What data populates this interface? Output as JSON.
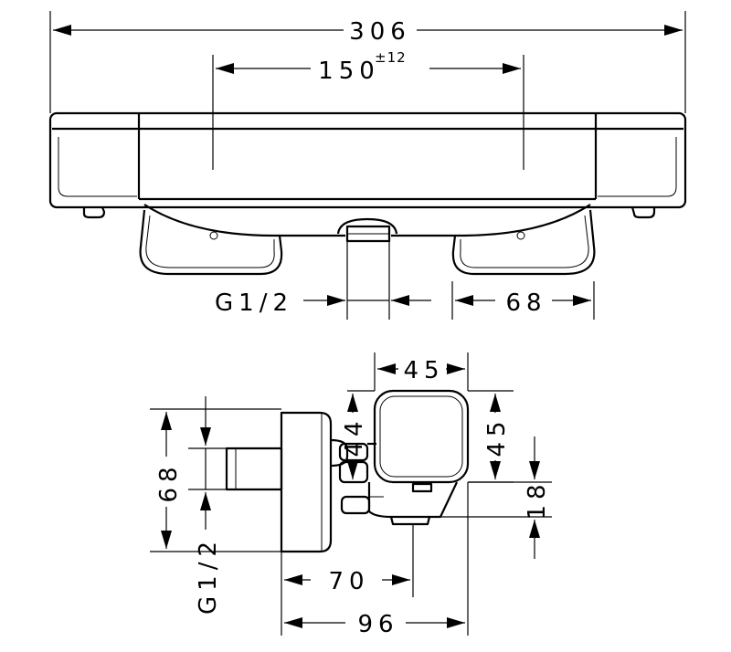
{
  "colors": {
    "line": "#000000",
    "background": "#ffffff"
  },
  "dimensions": {
    "overall_width": "306",
    "center_distance": "150",
    "center_distance_tolerance": "±12",
    "thread_top": "G1/2",
    "handle_width": "68",
    "body_depth": "45",
    "body_height": "45",
    "gap_44": "44",
    "side_height": "68",
    "thread_side": "G1/2",
    "outlet_offset": "18",
    "depth_70": "70",
    "depth_96": "96"
  }
}
